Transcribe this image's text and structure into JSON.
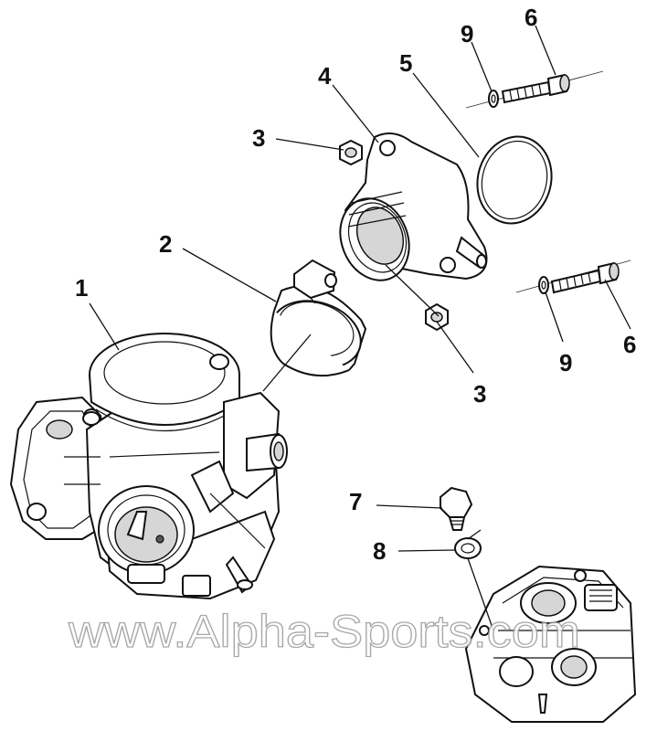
{
  "diagram": {
    "callouts": [
      {
        "id": "c1",
        "label": "1"
      },
      {
        "id": "c2",
        "label": "2"
      },
      {
        "id": "c3a",
        "label": "3"
      },
      {
        "id": "c3b",
        "label": "3"
      },
      {
        "id": "c4",
        "label": "4"
      },
      {
        "id": "c5",
        "label": "5"
      },
      {
        "id": "c6a",
        "label": "6"
      },
      {
        "id": "c6b",
        "label": "6"
      },
      {
        "id": "c7",
        "label": "7"
      },
      {
        "id": "c8",
        "label": "8"
      },
      {
        "id": "c9a",
        "label": "9"
      },
      {
        "id": "c9b",
        "label": "9"
      }
    ],
    "watermark": "www.Alpha-Sports.com"
  }
}
